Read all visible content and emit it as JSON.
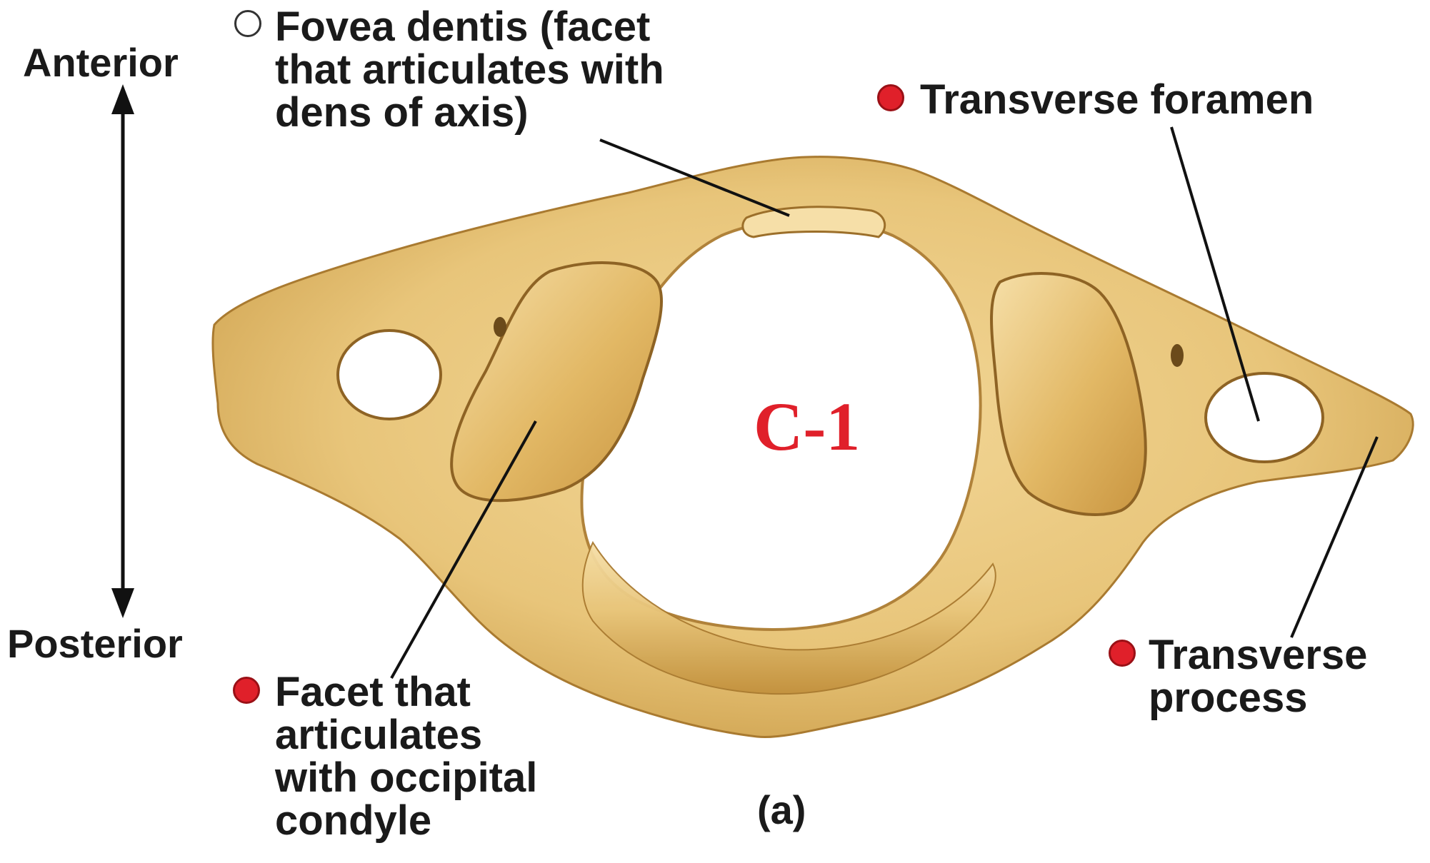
{
  "figure": {
    "vertebra_title": "C-1",
    "panel_caption": "(a)",
    "orientation": {
      "top": "Anterior",
      "bottom": "Posterior"
    },
    "colors": {
      "bone": "#e8c57a",
      "bone_shadow": "#b88a3a",
      "bone_highlight": "#f6dfa8",
      "marker_red": "#e0202a",
      "title_red": "#e0202a",
      "text": "#1a1a1a"
    },
    "labels": [
      {
        "id": "fovea-dentis",
        "text": "Fovea dentis (facet\nthat articulates with\ndens of axis)",
        "marker": "open-circle"
      },
      {
        "id": "transverse-foramen",
        "text": "Transverse foramen",
        "marker": "red-dot"
      },
      {
        "id": "occipital-facet",
        "text": "Facet that\narticulates\nwith occipital\ncondyle",
        "marker": "red-dot"
      },
      {
        "id": "transverse-process",
        "text": "Transverse\nprocess",
        "marker": "red-dot"
      }
    ]
  }
}
